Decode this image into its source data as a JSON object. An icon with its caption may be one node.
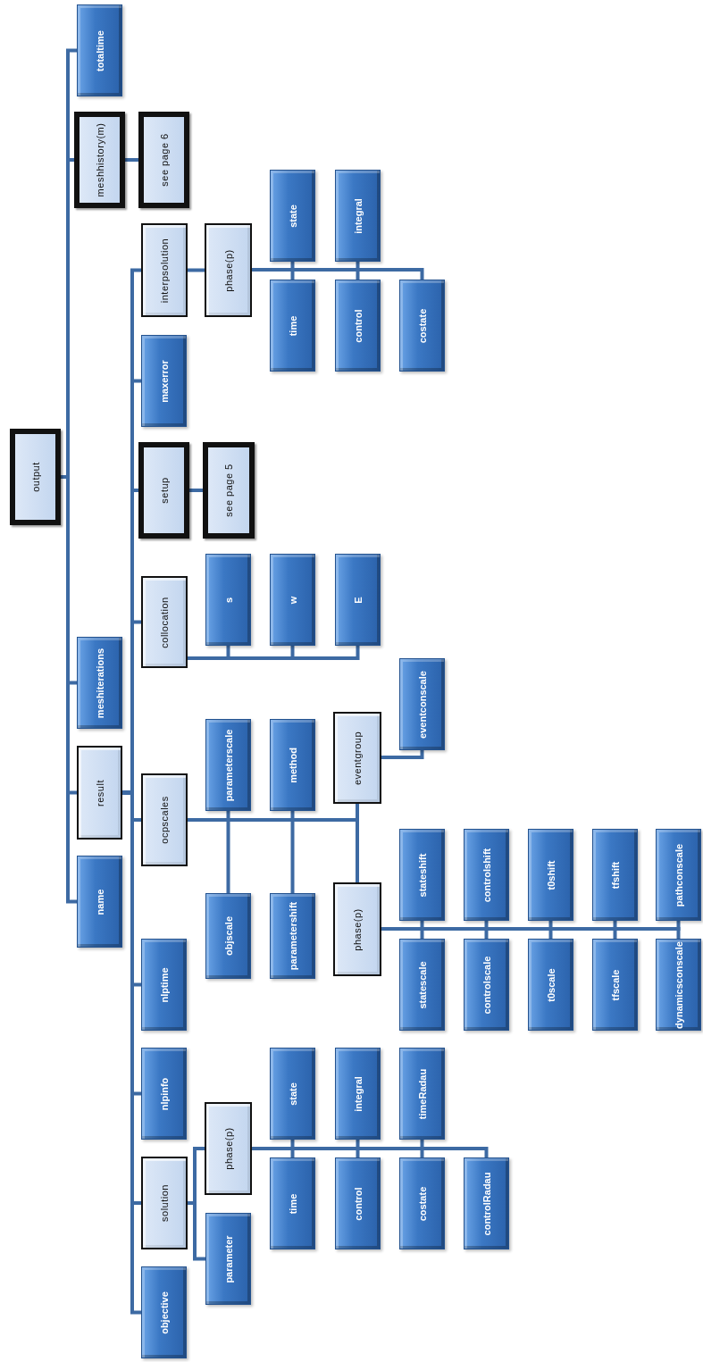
{
  "diagram": {
    "nodes": [
      {
        "text": [
          "output"
        ]
      },
      {
        "text": [
          "totaltime"
        ]
      },
      {
        "text": [
          "meshhistory(m)"
        ]
      },
      {
        "text": [
          "see page 6"
        ]
      },
      {
        "text": [
          "meshiterations"
        ]
      },
      {
        "text": [
          "result"
        ]
      },
      {
        "text": [
          "name"
        ]
      },
      {
        "text": [
          "interpsolution"
        ]
      },
      {
        "text": [
          "phase(p)"
        ]
      },
      {
        "text": [
          "state"
        ]
      },
      {
        "text": [
          "time"
        ]
      },
      {
        "text": [
          "integral"
        ]
      },
      {
        "text": [
          "control"
        ]
      },
      {
        "text": [
          "costate"
        ]
      },
      {
        "text": [
          "maxerror"
        ]
      },
      {
        "text": [
          "setup"
        ]
      },
      {
        "text": [
          "see page 5"
        ]
      },
      {
        "text": [
          "collocation"
        ]
      },
      {
        "text": [
          "s"
        ]
      },
      {
        "text": [
          "w"
        ]
      },
      {
        "text": [
          "E"
        ]
      },
      {
        "text": [
          "ocpscales"
        ]
      },
      {
        "text": [
          "parameterscale"
        ]
      },
      {
        "text": [
          "objscale"
        ]
      },
      {
        "text": [
          "method"
        ]
      },
      {
        "text": [
          "parametershift"
        ]
      },
      {
        "text": [
          "eventgroup"
        ]
      },
      {
        "text": [
          "eventconscale"
        ]
      },
      {
        "text": [
          "phase(p)"
        ]
      },
      {
        "text": [
          "stateshift"
        ]
      },
      {
        "text": [
          "statescale"
        ]
      },
      {
        "text": [
          "controlshift"
        ]
      },
      {
        "text": [
          "controlscale"
        ]
      },
      {
        "text": [
          "t0shift"
        ]
      },
      {
        "text": [
          "t0scale"
        ]
      },
      {
        "text": [
          "tfshift"
        ]
      },
      {
        "text": [
          "tfscale"
        ]
      },
      {
        "text": [
          "pathconscale"
        ]
      },
      {
        "text": [
          "dynamicsconscale"
        ]
      },
      {
        "text": [
          "nlptime"
        ]
      },
      {
        "text": [
          "nlpinfo"
        ]
      },
      {
        "text": [
          "solution"
        ]
      },
      {
        "text": [
          "phase(p)"
        ]
      },
      {
        "text": [
          "state"
        ]
      },
      {
        "text": [
          "time"
        ]
      },
      {
        "text": [
          "integral"
        ]
      },
      {
        "text": [
          "control"
        ]
      },
      {
        "text": [
          "timeRadau"
        ]
      },
      {
        "text": [
          "costate"
        ]
      },
      {
        "text": [
          "controlRadau"
        ]
      },
      {
        "text": [
          "parameter"
        ]
      },
      {
        "text": [
          "objective"
        ]
      }
    ],
    "edges": [
      {
        "from": 0,
        "to": 1,
        "arrow": "none"
      },
      {
        "from": 0,
        "to": 2,
        "arrow": "none"
      },
      {
        "from": 0,
        "to": 4,
        "arrow": "none"
      },
      {
        "from": 0,
        "to": 5,
        "arrow": "none"
      },
      {
        "from": 0,
        "to": 6,
        "arrow": "none"
      },
      {
        "from": 2,
        "to": 3,
        "arrow": "none"
      },
      {
        "from": 5,
        "to": 7,
        "arrow": "none"
      },
      {
        "from": 5,
        "to": 14,
        "arrow": "none"
      },
      {
        "from": 5,
        "to": 15,
        "arrow": "none"
      },
      {
        "from": 5,
        "to": 17,
        "arrow": "none"
      },
      {
        "from": 5,
        "to": 21,
        "arrow": "none"
      },
      {
        "from": 5,
        "to": 39,
        "arrow": "none"
      },
      {
        "from": 5,
        "to": 40,
        "arrow": "none"
      },
      {
        "from": 5,
        "to": 41,
        "arrow": "none"
      },
      {
        "from": 5,
        "to": 51,
        "arrow": "none"
      },
      {
        "from": 7,
        "to": 8,
        "arrow": "none"
      },
      {
        "from": 8,
        "to": 9,
        "arrow": "none"
      },
      {
        "from": 8,
        "to": 10,
        "arrow": "none"
      },
      {
        "from": 8,
        "to": 11,
        "arrow": "none"
      },
      {
        "from": 8,
        "to": 12,
        "arrow": "none"
      },
      {
        "from": 8,
        "to": 13,
        "arrow": "none"
      },
      {
        "from": 15,
        "to": 16,
        "arrow": "none"
      },
      {
        "from": 17,
        "to": 18,
        "arrow": "none"
      },
      {
        "from": 17,
        "to": 19,
        "arrow": "none"
      },
      {
        "from": 17,
        "to": 20,
        "arrow": "none"
      },
      {
        "from": 21,
        "to": 22,
        "arrow": "none"
      },
      {
        "from": 21,
        "to": 23,
        "arrow": "none"
      },
      {
        "from": 21,
        "to": 24,
        "arrow": "none"
      },
      {
        "from": 21,
        "to": 25,
        "arrow": "none"
      },
      {
        "from": 21,
        "to": 26,
        "arrow": "none"
      },
      {
        "from": 21,
        "to": 28,
        "arrow": "none"
      },
      {
        "from": 26,
        "to": 27,
        "arrow": "none"
      },
      {
        "from": 28,
        "to": 29,
        "arrow": "none"
      },
      {
        "from": 28,
        "to": 30,
        "arrow": "none"
      },
      {
        "from": 28,
        "to": 31,
        "arrow": "none"
      },
      {
        "from": 28,
        "to": 32,
        "arrow": "none"
      },
      {
        "from": 28,
        "to": 33,
        "arrow": "none"
      },
      {
        "from": 28,
        "to": 34,
        "arrow": "none"
      },
      {
        "from": 28,
        "to": 35,
        "arrow": "none"
      },
      {
        "from": 28,
        "to": 36,
        "arrow": "none"
      },
      {
        "from": 28,
        "to": 37,
        "arrow": "none"
      },
      {
        "from": 28,
        "to": 38,
        "arrow": "none"
      },
      {
        "from": 41,
        "to": 42,
        "arrow": "none"
      },
      {
        "from": 41,
        "to": 50,
        "arrow": "none"
      },
      {
        "from": 42,
        "to": 43,
        "arrow": "none"
      },
      {
        "from": 42,
        "to": 44,
        "arrow": "none"
      },
      {
        "from": 42,
        "to": 45,
        "arrow": "none"
      },
      {
        "from": 42,
        "to": 46,
        "arrow": "none"
      },
      {
        "from": 42,
        "to": 47,
        "arrow": "none"
      },
      {
        "from": 42,
        "to": 48,
        "arrow": "none"
      },
      {
        "from": 42,
        "to": 49,
        "arrow": "none"
      }
    ]
  }
}
